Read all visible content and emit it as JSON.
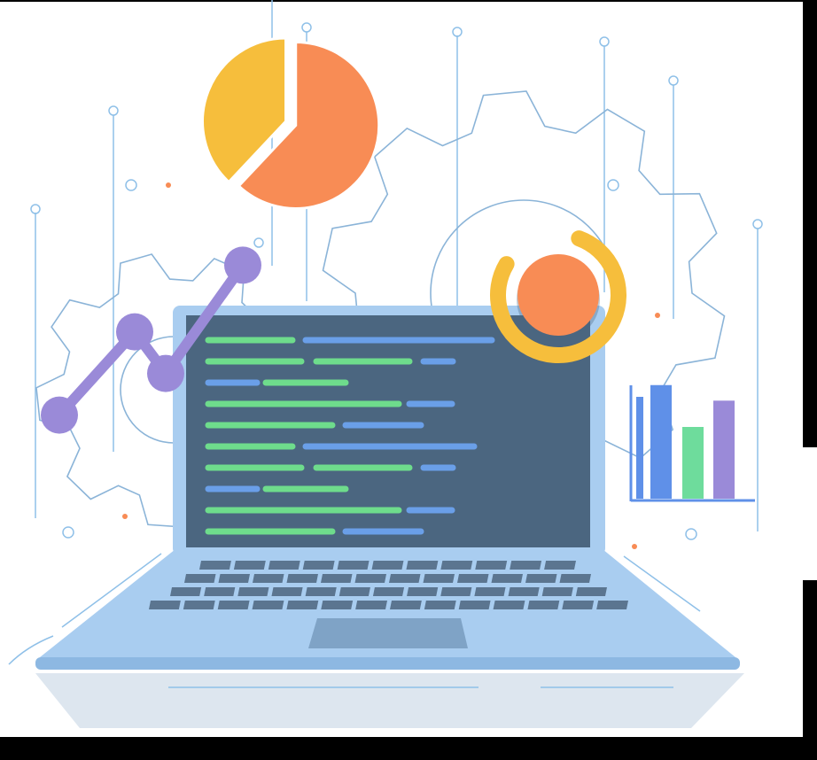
{
  "illustration": {
    "subject": "laptop-with-code-and-analytics",
    "colors": {
      "background": "#000000",
      "panel": "#ffffff",
      "outline": "#7fa8c9",
      "screen": "#4b6680",
      "screen_bezel": "#a9cdf0",
      "laptop_body": "#a9cdf0",
      "keys": "#5b7590",
      "trackpad": "#7fa3c6",
      "shadow": "#dde6ef",
      "code_green": "#6edc8c",
      "code_blue": "#6a9fe8",
      "pie_orange": "#f88c55",
      "pie_yellow": "#f6be3c",
      "line_purple": "#9a8ad8",
      "bar_blue": "#5f90e8",
      "bar_green": "#6edc9c",
      "bar_purple": "#9a8ad8"
    },
    "icons": [
      "pie-chart-icon",
      "line-chart-icon",
      "bar-chart-icon",
      "donut-icon",
      "gear-icon",
      "laptop-icon"
    ]
  },
  "pie_chart": {
    "slices": [
      {
        "name": "orange",
        "value": 0.62,
        "color": "#f88c55"
      },
      {
        "name": "yellow",
        "value": 0.38,
        "color": "#f6be3c"
      }
    ]
  },
  "donut_gauge": {
    "value": 0.78
  },
  "bar_chart": {
    "values": [
      0.95,
      0.6,
      0.82
    ]
  },
  "line_chart": {
    "points": [
      0.05,
      0.55,
      0.3,
      0.95
    ]
  }
}
